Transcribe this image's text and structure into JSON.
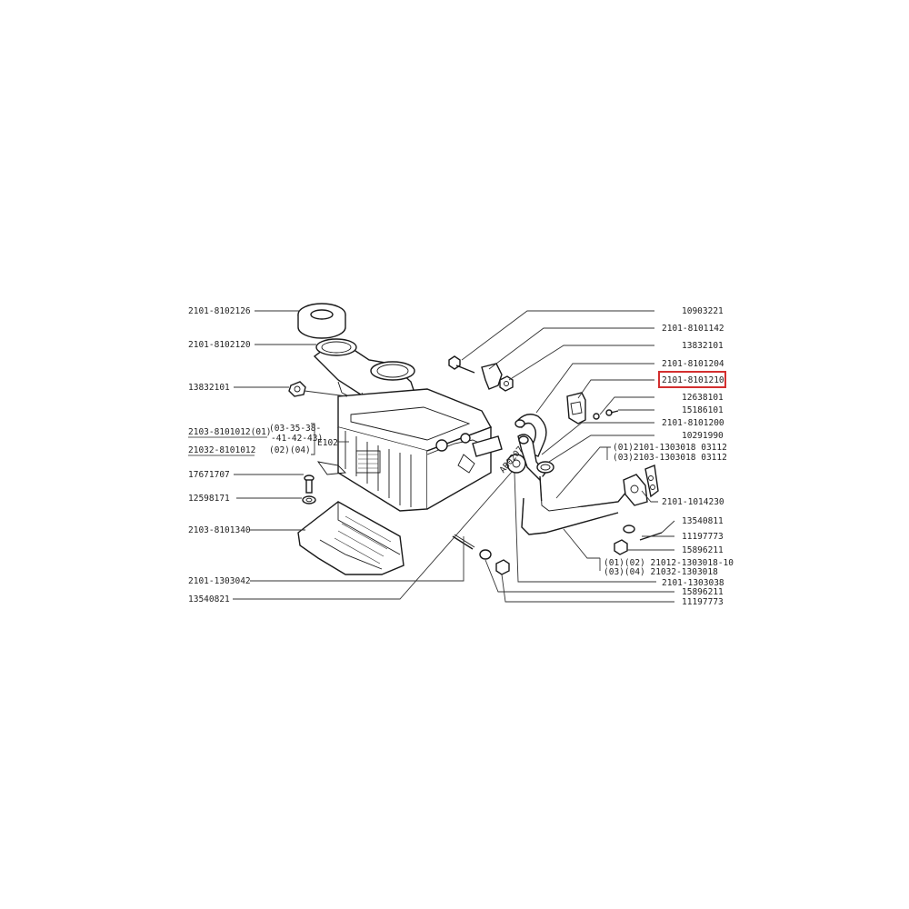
{
  "accent_color": "#d32f2f",
  "callouts_left": [
    {
      "id": "l1",
      "text": "2101-8102126"
    },
    {
      "id": "l2",
      "text": "2101-8102120"
    },
    {
      "id": "l3",
      "text": "13832101"
    },
    {
      "id": "l4",
      "text": "2103-8101012(01)"
    },
    {
      "id": "l5",
      "text": "(03-35-38-"
    },
    {
      "id": "l6",
      "text": "-41-42-43)"
    },
    {
      "id": "l7",
      "text": "E102"
    },
    {
      "id": "l8",
      "text": "21032-8101012"
    },
    {
      "id": "l9",
      "text": "(02)(04)"
    },
    {
      "id": "l10",
      "text": "17671707"
    },
    {
      "id": "l11",
      "text": "12598171"
    },
    {
      "id": "l12",
      "text": "2103-8101340"
    },
    {
      "id": "l13",
      "text": "2101-1303042"
    },
    {
      "id": "l14",
      "text": "13540821"
    }
  ],
  "callouts_right": [
    {
      "id": "r1",
      "text": "10903221"
    },
    {
      "id": "r2",
      "text": "2101-8101142"
    },
    {
      "id": "r3",
      "text": "13832101"
    },
    {
      "id": "r4",
      "text": "2101-8101204"
    },
    {
      "id": "r5",
      "text": "2101-8101210",
      "highlighted": true
    },
    {
      "id": "r6",
      "text": "12638101"
    },
    {
      "id": "r7",
      "text": "15186101"
    },
    {
      "id": "r8",
      "text": "2101-8101200"
    },
    {
      "id": "r9",
      "text": "10291990"
    },
    {
      "id": "r10",
      "text": "(01)2101-1303018 03112"
    },
    {
      "id": "r11",
      "text": "(03)2103-1303018 03112"
    },
    {
      "id": "r12",
      "text": "2101-1014230"
    },
    {
      "id": "r13",
      "text": "13540811"
    },
    {
      "id": "r14",
      "text": "11197773"
    },
    {
      "id": "r15",
      "text": "15896211"
    },
    {
      "id": "r16",
      "text": "(01)(02) 21012-1303018-10"
    },
    {
      "id": "r17",
      "text": "(03)(04)   21032-1303018"
    },
    {
      "id": "r18",
      "text": "2101-1303038"
    },
    {
      "id": "r19",
      "text": "15896211"
    },
    {
      "id": "r20",
      "text": "11197773"
    }
  ],
  "inline_labels": [
    {
      "id": "i1",
      "text": "AB0207"
    }
  ]
}
